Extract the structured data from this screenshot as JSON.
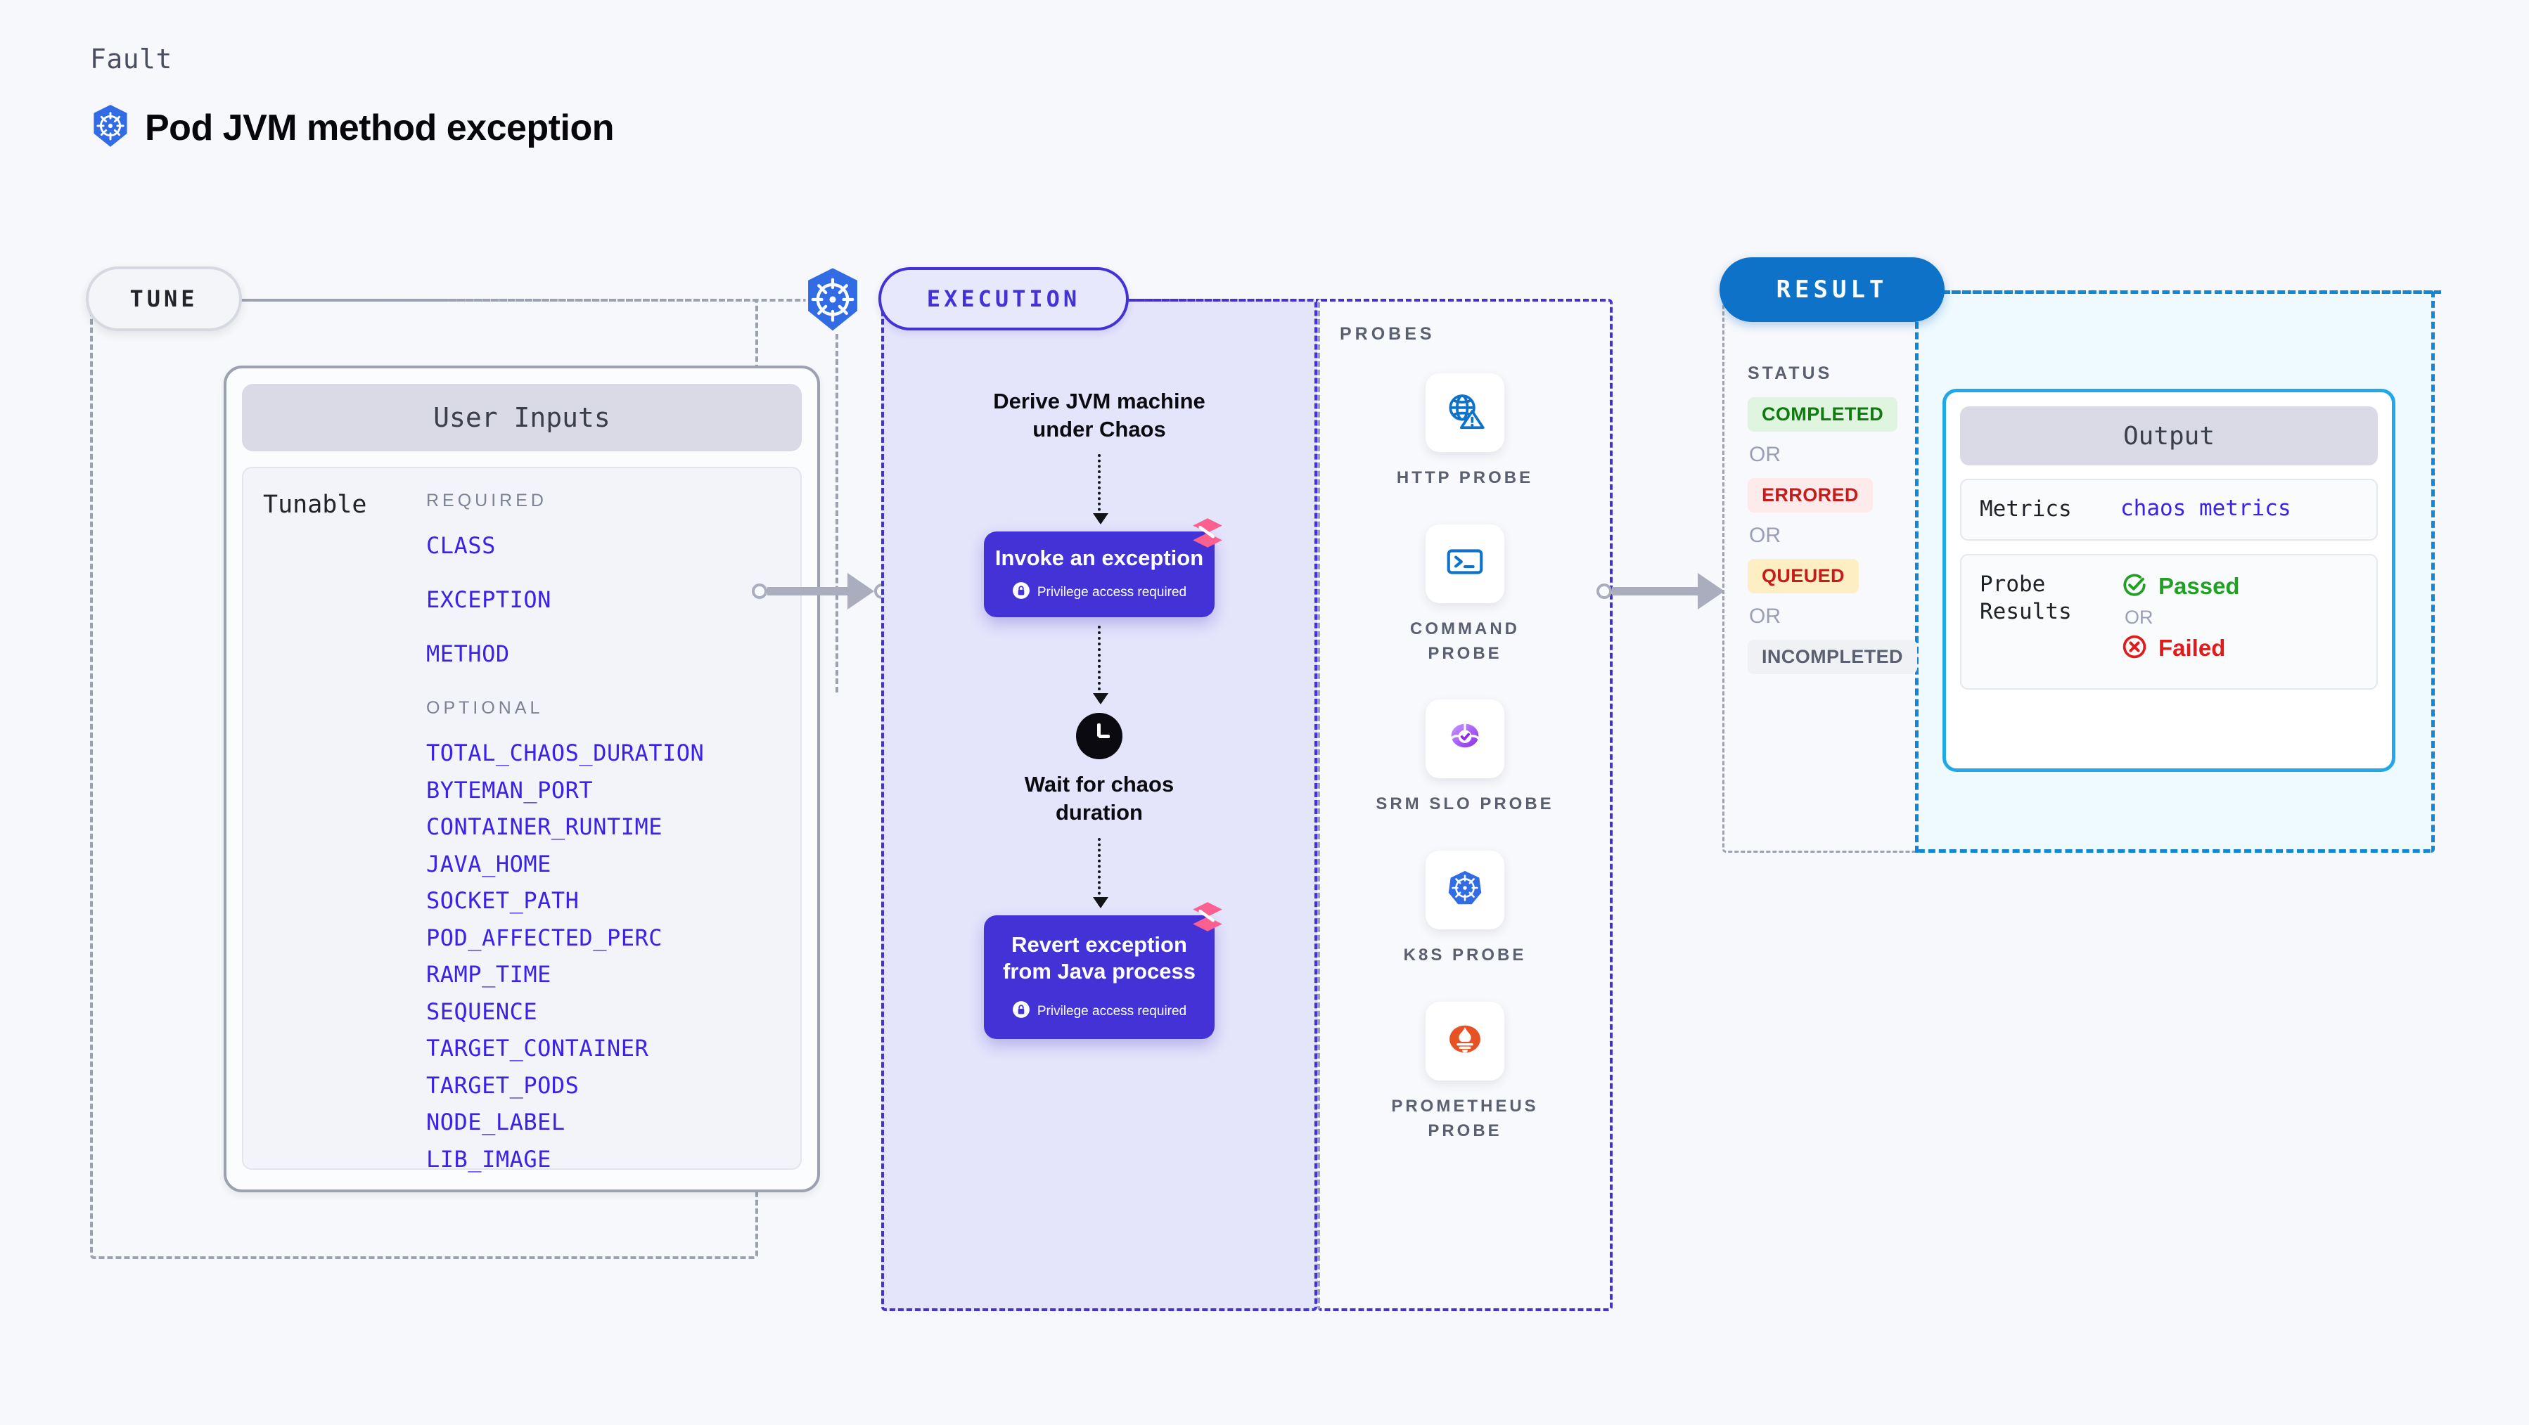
{
  "header": {
    "eyebrow": "Fault",
    "title": "Pod JVM method exception",
    "icon": "kubernetes-icon"
  },
  "colors": {
    "accent_purple": "#4333d6",
    "param_blue": "#3b22e8",
    "result_blue": "#0d72c8",
    "output_cyan": "#21a8e8",
    "harness_pink": "#fb6090",
    "k8s_blue": "#326ce5",
    "status_completed": "#117a11",
    "status_errored": "#ca1b1b",
    "status_queued": "#ca1b1b",
    "status_incompleted": "#5b6070",
    "passed_green": "#22a026",
    "failed_red": "#e01b1b"
  },
  "tune": {
    "pill_label": "TUNE",
    "badge_icon": "kubernetes-icon",
    "card": {
      "title": "User Inputs",
      "tunable_label": "Tunable",
      "groups": [
        {
          "label": "REQUIRED",
          "params": [
            "CLASS",
            "EXCEPTION",
            "METHOD"
          ]
        },
        {
          "label": "OPTIONAL",
          "params": [
            "TOTAL_CHAOS_DURATION",
            "BYTEMAN_PORT",
            "CONTAINER_RUNTIME",
            "JAVA_HOME",
            "SOCKET_PATH",
            "POD_AFFECTED_PERC",
            "RAMP_TIME",
            "SEQUENCE",
            "TARGET_CONTAINER",
            "TARGET_PODS",
            "NODE_LABEL",
            "LIB_IMAGE"
          ]
        }
      ]
    }
  },
  "execution": {
    "pill_label": "EXECUTION",
    "steps": [
      {
        "type": "text",
        "label": "Derive JVM machine\nunder Chaos"
      },
      {
        "type": "box",
        "label": "Invoke an exception",
        "note": "Privilege access required",
        "note_icon": "lock-icon",
        "mark_icon": "harness-icon"
      },
      {
        "type": "clock",
        "label": "Wait for chaos\nduration",
        "icon": "clock-icon"
      },
      {
        "type": "box",
        "label": "Revert exception\nfrom Java process",
        "note": "Privilege access required",
        "note_icon": "lock-icon",
        "mark_icon": "harness-icon"
      }
    ]
  },
  "probes": {
    "title": "PROBES",
    "items": [
      {
        "label": "HTTP PROBE",
        "icon": "globe-warning-icon"
      },
      {
        "label": "COMMAND PROBE",
        "icon": "terminal-icon"
      },
      {
        "label": "SRM SLO PROBE",
        "icon": "slo-gauge-icon"
      },
      {
        "label": "K8S PROBE",
        "icon": "kubernetes-icon"
      },
      {
        "label": "PROMETHEUS PROBE",
        "icon": "prometheus-icon"
      }
    ]
  },
  "result": {
    "pill_label": "RESULT",
    "status_title": "STATUS",
    "or_label": "OR",
    "statuses": [
      {
        "label": "COMPLETED",
        "bg": "#dff5df",
        "fg": "#117a11"
      },
      {
        "label": "ERRORED",
        "bg": "#fdeaea",
        "fg": "#ca1b1b"
      },
      {
        "label": "QUEUED",
        "bg": "#fdeec4",
        "fg": "#ca1b1b"
      },
      {
        "label": "INCOMPLETED",
        "bg": "#eff1f5",
        "fg": "#5b6070"
      }
    ]
  },
  "output": {
    "title": "Output",
    "rows": [
      {
        "key": "Metrics",
        "value": "chaos metrics"
      },
      {
        "key": "Probe\nResults",
        "passed_label": "Passed",
        "passed_icon": "check-circle-icon",
        "or_label": "OR",
        "failed_label": "Failed",
        "failed_icon": "x-circle-icon"
      }
    ]
  },
  "connectors": [
    {
      "name": "tune-to-execution",
      "icon": "arrow-right-icon"
    },
    {
      "name": "probes-to-result",
      "icon": "arrow-right-icon"
    }
  ]
}
